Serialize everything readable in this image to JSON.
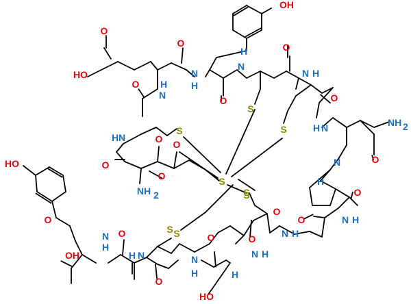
{
  "colors": {
    "bond": "#000000",
    "O": "#e8000b",
    "N": "#1a6fbf",
    "S": "#8a8a00",
    "H": "#1a6fbf",
    "C": "#000000",
    "background": "#ffffff"
  },
  "atoms": {
    "tyr1_oh": "OH",
    "glu_o1": "O",
    "glu_oh": "HO",
    "glu_o_amide": "O",
    "glu_nh_a": "N",
    "glu_nh_b": "H",
    "tyr1_nh_a": "N",
    "tyr1_nh_b": "H",
    "tyr1_co": "O",
    "cys_a_nh_a": "N",
    "cys_a_nh_b": "H",
    "cys_a_co": "O",
    "cys_b_nh_a": "N",
    "cys_b_nh_b": "H",
    "cys_b_co": "O",
    "cys_a_s": "S",
    "cys_b_s": "S",
    "asn_nh_a": "H",
    "asn_nh_b": "N",
    "asn_nh2": "NH",
    "asn_nh2_sub": "2",
    "asn_co": "O",
    "asn_o": "O",
    "pro_n": "N",
    "pro_h": "H",
    "pro_co": "O",
    "cys_c_co": "O",
    "cys_c_nh_a": "N",
    "cys_c_nh_b": "H",
    "cys_c_s": "S",
    "left_cys_nh_a": "H",
    "left_cys_nh_b": "N",
    "left_cys_co": "O",
    "left_cys_s": "S",
    "left_ketone1": "O",
    "left_ketone2": "O",
    "n_term": "NH",
    "n_term_sub": "2",
    "n_term_co": "O",
    "central_s1": "S",
    "central_s2": "S",
    "cys_d_s": "S",
    "ala_nh_a": "N",
    "ala_nh_b": "H",
    "ala_co": "O",
    "cys_e_co": "O",
    "cys_e_nh_a": "N",
    "cys_e_nh_b": "H",
    "thr_co": "O",
    "thr_h": "H",
    "thr_ho": "HO",
    "gly_nh_a": "N",
    "gly_nh_b": "H",
    "gly_co": "O",
    "cys_f_nh_a": "N",
    "cys_f_nh_b": "H",
    "cys_f_co": "O",
    "cys_f_s": "S",
    "tyr2_nh_a": "N",
    "tyr2_nh_b": "H",
    "tyr2_co": "O",
    "tyr2_oh": "OH",
    "tyr2_ho": "HO"
  }
}
